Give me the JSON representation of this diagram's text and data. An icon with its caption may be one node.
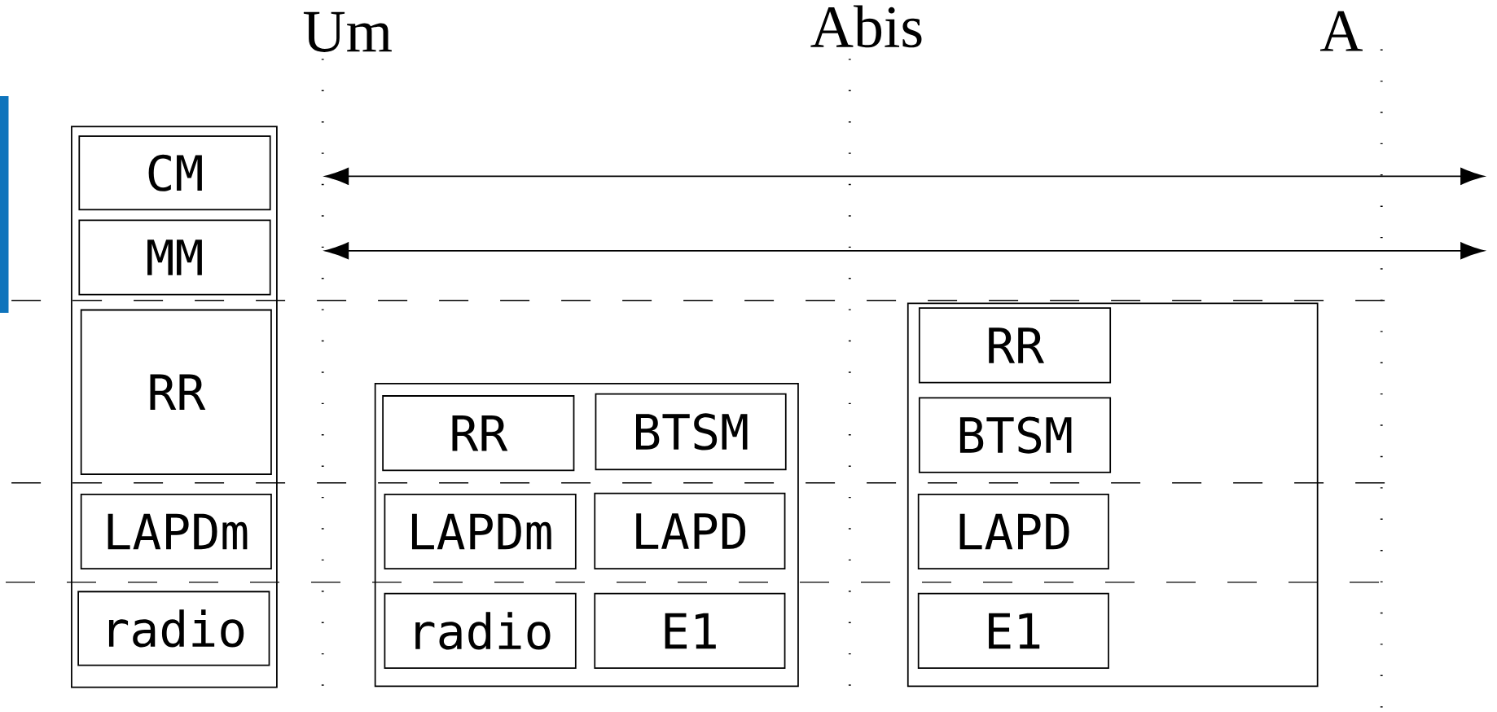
{
  "diagram": {
    "nodes": [
      {
        "text": [],
        "shape": "box"
      },
      {
        "text": [
          "CM"
        ],
        "in": 0
      },
      {
        "text": [
          "MM"
        ],
        "in": 0
      },
      {
        "text": [
          "RR"
        ],
        "in": 0
      },
      {
        "text": [
          "LAPDm"
        ],
        "in": 0
      },
      {
        "text": [
          "radio"
        ],
        "in": 0
      },
      {
        "text": [],
        "shape": "box"
      },
      {
        "text": [
          "RR"
        ],
        "in": 6
      },
      {
        "text": [
          "BTSM"
        ],
        "in": 6
      },
      {
        "text": [
          "LAPDm"
        ],
        "in": 6
      },
      {
        "text": [
          "LAPD"
        ],
        "in": 6
      },
      {
        "text": [
          "radio"
        ],
        "in": 6
      },
      {
        "text": [
          "E1"
        ],
        "in": 6
      },
      {
        "text": [],
        "shape": "box"
      },
      {
        "text": [
          "RR"
        ],
        "in": 13
      },
      {
        "text": [
          "BTSM"
        ],
        "in": 13
      },
      {
        "text": [
          "LAPD"
        ],
        "in": 13
      },
      {
        "text": [
          "E1"
        ],
        "in": 13
      }
    ],
    "edges": [],
    "labels": [
      "Um",
      "Abis",
      "A"
    ]
  }
}
